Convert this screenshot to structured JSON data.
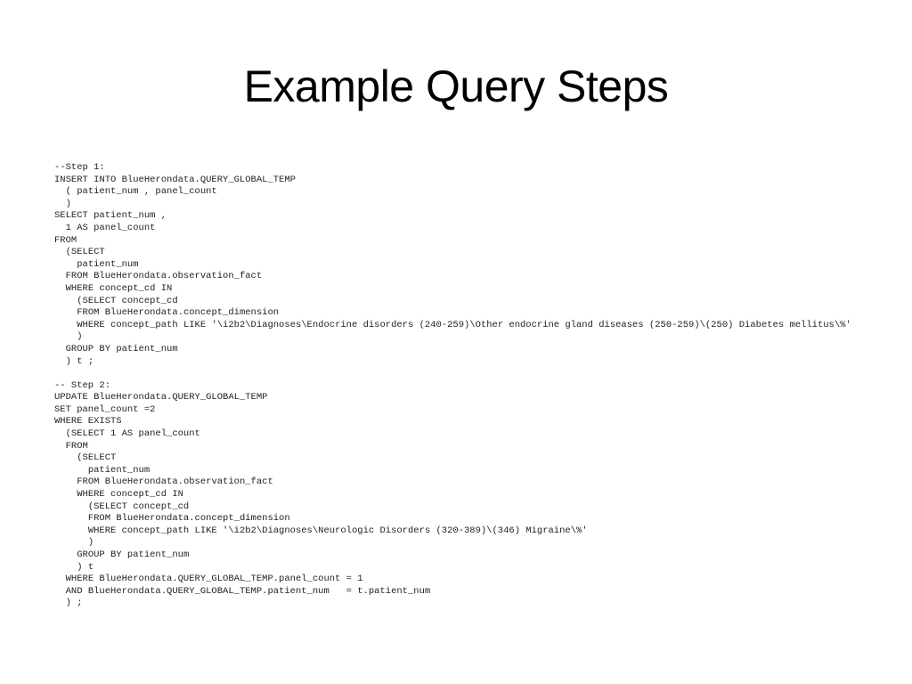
{
  "slide": {
    "title": "Example Query Steps",
    "code_lines": [
      "--Step 1:",
      "INSERT INTO BlueHerondata.QUERY_GLOBAL_TEMP",
      "  ( patient_num , panel_count",
      "  )",
      "SELECT patient_num ,",
      "  1 AS panel_count",
      "FROM",
      "  (SELECT",
      "    patient_num",
      "  FROM BlueHerondata.observation_fact",
      "  WHERE concept_cd IN",
      "    (SELECT concept_cd",
      "    FROM BlueHerondata.concept_dimension",
      "    WHERE concept_path LIKE '\\i2b2\\Diagnoses\\Endocrine disorders (240-259)\\Other endocrine gland diseases (250-259)\\(250) Diabetes mellitus\\%'",
      "    )",
      "  GROUP BY patient_num",
      "  ) t ;",
      "",
      "-- Step 2:",
      "UPDATE BlueHerondata.QUERY_GLOBAL_TEMP",
      "SET panel_count =2",
      "WHERE EXISTS",
      "  (SELECT 1 AS panel_count",
      "  FROM",
      "    (SELECT",
      "      patient_num",
      "    FROM BlueHerondata.observation_fact",
      "    WHERE concept_cd IN",
      "      (SELECT concept_cd",
      "      FROM BlueHerondata.concept_dimension",
      "      WHERE concept_path LIKE '\\i2b2\\Diagnoses\\Neurologic Disorders (320-389)\\(346) Migraine\\%'",
      "      )",
      "    GROUP BY patient_num",
      "    ) t",
      "  WHERE BlueHerondata.QUERY_GLOBAL_TEMP.panel_count = 1",
      "  AND BlueHerondata.QUERY_GLOBAL_TEMP.patient_num   = t.patient_num",
      "  ) ;"
    ]
  }
}
